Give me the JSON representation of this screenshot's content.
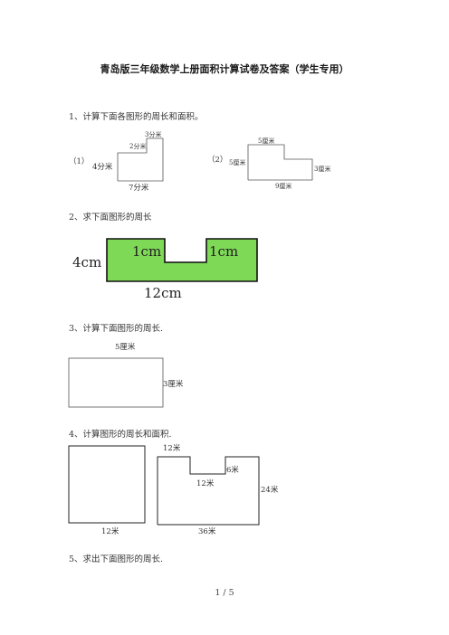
{
  "title": "青岛版三年级数学上册面积计算试卷及答案（学生专用）",
  "questions": {
    "q1": {
      "text": "1、计算下面各图形的周长和面积。",
      "fig1": {
        "tag": "（1）",
        "top": "3分米",
        "step": "2分米",
        "left": "4分米",
        "bottom": "7分米"
      },
      "fig2": {
        "tag": "（2）",
        "top": "5厘米",
        "left": "5厘米",
        "right": "3厘米",
        "bottom": "9厘米"
      }
    },
    "q2": {
      "text": "2、求下面图形的周长",
      "left": "4cm",
      "notch_left": "1cm",
      "notch_right": "1cm",
      "bottom": "12cm",
      "fill_color": "#7ed957"
    },
    "q3": {
      "text": "3、计算下面图形的周长.",
      "top": "5厘米",
      "right": "3厘米"
    },
    "q4": {
      "text": "4、计算图形的周长和面积.",
      "square_bottom": "12米",
      "shape": {
        "top": "12米",
        "notch_depth": "6米",
        "notch_width": "12米",
        "right": "24米",
        "bottom": "36米"
      }
    },
    "q5": {
      "text": "5、求出下面图形的周长."
    }
  },
  "footer": {
    "page": "1 / 5"
  }
}
